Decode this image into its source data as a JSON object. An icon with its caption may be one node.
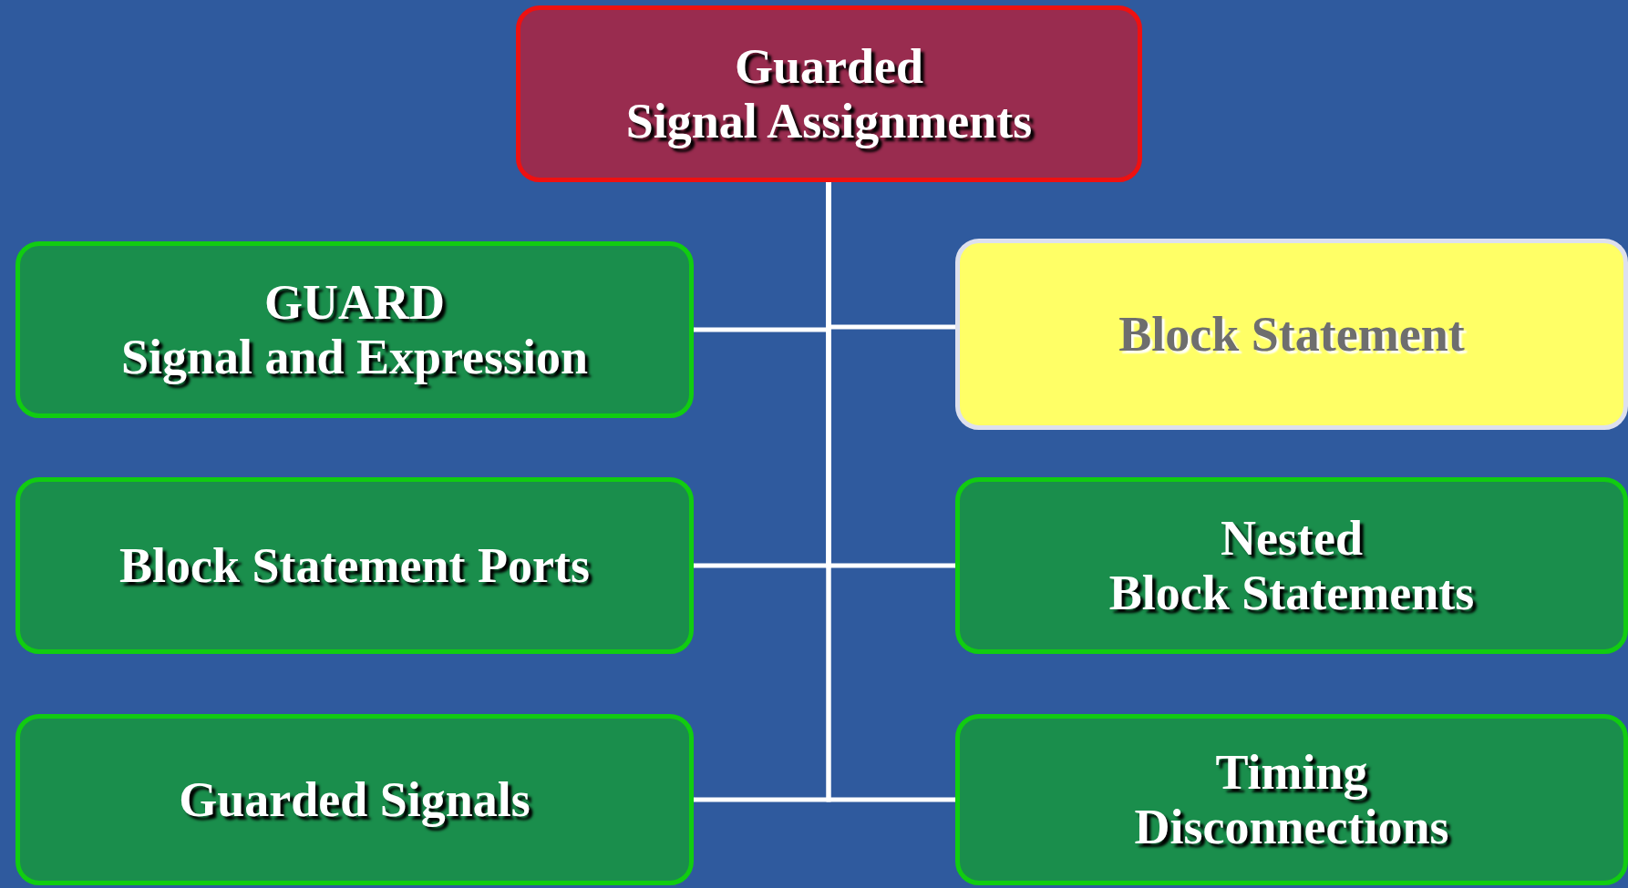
{
  "diagram": {
    "nodes": [
      {
        "text": [
          "Guarded",
          "Signal Assignments"
        ]
      },
      {
        "text": [
          "GUARD",
          "Signal and Expression"
        ]
      },
      {
        "text": [
          "Block Statement"
        ]
      },
      {
        "text": [
          "Block Statement Ports"
        ]
      },
      {
        "text": [
          "Nested",
          "Block Statements"
        ]
      },
      {
        "text": [
          "Guarded Signals"
        ]
      },
      {
        "text": [
          "Timing",
          "Disconnections"
        ]
      }
    ],
    "edges": [
      {
        "from": 0,
        "to": 1,
        "arrow": "none"
      },
      {
        "from": 0,
        "to": 2,
        "arrow": "none"
      },
      {
        "from": 0,
        "to": 3,
        "arrow": "none"
      },
      {
        "from": 0,
        "to": 4,
        "arrow": "none"
      },
      {
        "from": 0,
        "to": 5,
        "arrow": "none"
      },
      {
        "from": 0,
        "to": 6,
        "arrow": "none"
      }
    ]
  }
}
